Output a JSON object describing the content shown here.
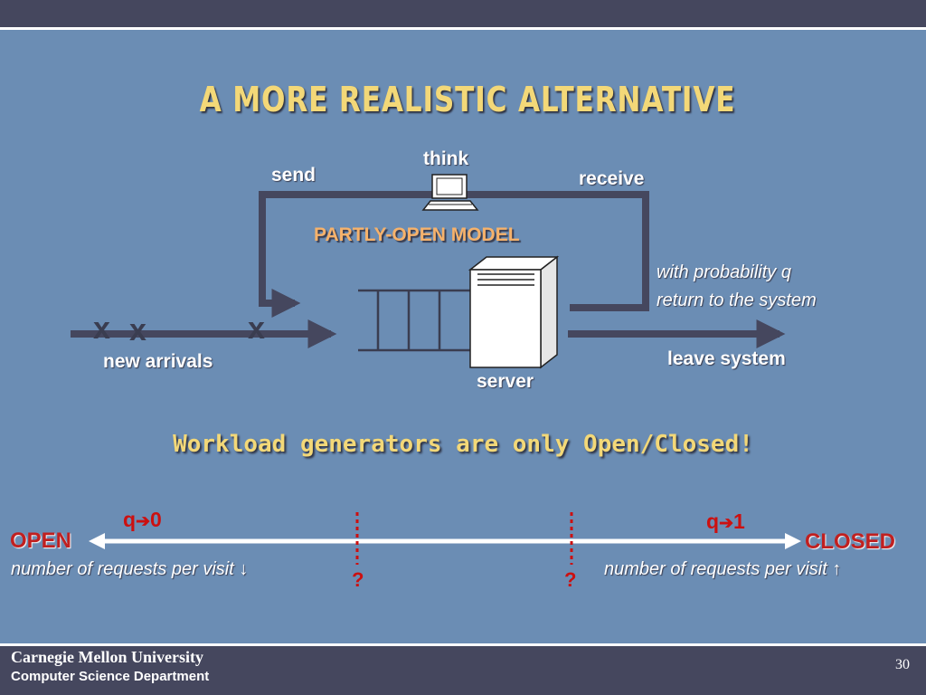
{
  "slide": {
    "title": "A MORE REALISTIC ALTERNATIVE",
    "page_number": "30"
  },
  "diagram": {
    "think_label": "think",
    "send_label": "send",
    "receive_label": "receive",
    "model_label": "PARTLY-OPEN MODEL",
    "probability_line1": "with probability q",
    "probability_line2": "return to the system",
    "arrivals_label": "new arrivals",
    "arrival_marks": [
      "x",
      "x",
      "x"
    ],
    "leave_label": "leave system",
    "server_label": "server"
  },
  "workload_text": "Workload generators are only Open/Closed!",
  "spectrum": {
    "left_q": "q",
    "left_q_value": "0",
    "right_q": "q",
    "right_q_value": "1",
    "arrow_glyph": "➔",
    "open_label": "OPEN",
    "closed_label": "CLOSED",
    "left_caption": "number of requests per visit ↓",
    "right_caption": "number of requests per visit ↑",
    "question_mark_1": "?",
    "question_mark_2": "?"
  },
  "footer": {
    "university": "Carnegie Mellon University",
    "department": "Computer Science Department"
  },
  "colors": {
    "background": "#6b8db4",
    "bar": "#45475e",
    "title": "#f3d878",
    "model_label": "#f6b26b",
    "accent_red": "#cc1010"
  }
}
